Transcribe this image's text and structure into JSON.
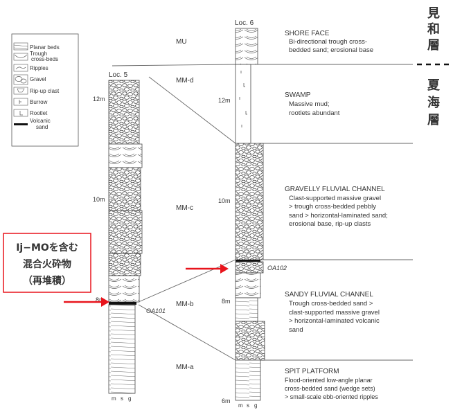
{
  "legend": {
    "items": [
      {
        "label": "Planar beds",
        "icon": "planar-beds-icon"
      },
      {
        "label": "Trough",
        "label2": "cross-beds",
        "icon": "trough-cross-beds-icon"
      },
      {
        "label": "Ripples",
        "icon": "ripples-icon"
      },
      {
        "label": "Gravel",
        "icon": "gravel-icon"
      },
      {
        "label": "Rip-up clast",
        "icon": "rip-up-clast-icon"
      },
      {
        "label": "Burrow",
        "icon": "burrow-icon"
      },
      {
        "label": "Rootlet",
        "icon": "rootlet-icon"
      },
      {
        "label": "Volcanic",
        "label2": "sand",
        "icon": "volcanic-sand-icon"
      }
    ]
  },
  "loc5": {
    "title": "Loc. 5",
    "depths": [
      "12m",
      "10m",
      "8m"
    ],
    "sample": "OA101",
    "grain_labels": [
      "m",
      "s",
      "g"
    ]
  },
  "loc6": {
    "title": "Loc. 6",
    "depths": [
      "12m",
      "10m",
      "8m",
      "6m"
    ],
    "sample": "OA102",
    "grain_labels": [
      "m",
      "s",
      "g"
    ]
  },
  "units": [
    "MU",
    "MM-d",
    "MM-c",
    "MM-b",
    "MM-a"
  ],
  "facies": [
    {
      "title": "SHORE FACE",
      "lines": [
        "Bi-directional trough cross-",
        "bedded sand; erosional base"
      ]
    },
    {
      "title": "SWAMP",
      "lines": [
        "Massive mud;",
        "rootlets abundant"
      ]
    },
    {
      "title": "GRAVELLY FLUVIAL CHANNEL",
      "lines": [
        "Clast-supported massive gravel",
        "> trough cross-bedded pebbly",
        "sand > horizontal-laminated sand;",
        "erosional base, rip-up clasts"
      ]
    },
    {
      "title": "SANDY FLUVIAL CHANNEL",
      "lines": [
        "Trough cross-bedded sand >",
        "clast-supported massive gravel",
        "> horizontal-laminated volcanic",
        "sand"
      ]
    },
    {
      "title": "SPIT PLATFORM",
      "lines": [
        "Flood-oriented low-angle planar",
        "cross-bedded sand (wedge sets)",
        "> small-scale ebb-oriented ripples"
      ]
    }
  ],
  "formation_upper": [
    "見",
    "和",
    "層"
  ],
  "formation_lower": [
    "夏",
    "海",
    "層"
  ],
  "callout": [
    "Ij−MOを含む",
    "混合火砕物",
    "（再堆積）"
  ],
  "colors": {
    "arrow": "#e8141c",
    "callout_border": "#e8141c",
    "line": "#555555"
  }
}
